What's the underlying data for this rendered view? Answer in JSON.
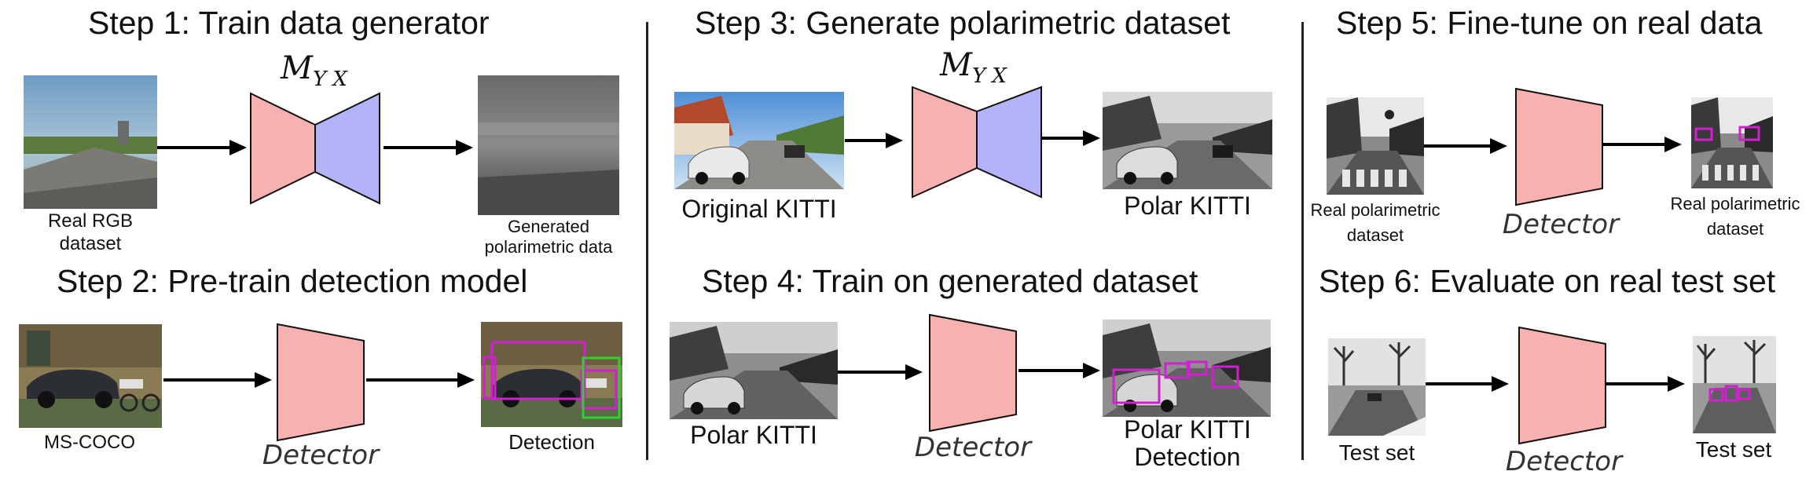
{
  "steps": {
    "s1": {
      "title": "Step 1: Train data generator",
      "input_caption_line1": "Real RGB",
      "input_caption_line2": "dataset",
      "model_label_base": "M",
      "model_label_sub": "Y X",
      "output_caption_line1": "Generated",
      "output_caption_line2": "polarimetric data"
    },
    "s2": {
      "title": "Step 2: Pre-train detection model",
      "input_caption": "MS-COCO",
      "model_label": "Detector",
      "output_caption": "Detection"
    },
    "s3": {
      "title": "Step 3: Generate polarimetric dataset",
      "input_caption": "Original KITTI",
      "model_label_base": "M",
      "model_label_sub": "Y X",
      "output_caption": "Polar KITTI"
    },
    "s4": {
      "title": "Step 4: Train on generated dataset",
      "input_caption": "Polar KITTI",
      "model_label": "Detector",
      "output_caption_line1": "Polar KITTI",
      "output_caption_line2": "Detection"
    },
    "s5": {
      "title": "Step 5: Fine-tune on real data",
      "input_caption_line1": "Real polarimetric",
      "input_caption_line2": "dataset",
      "model_label": "Detector",
      "output_caption_line1": "Real polarimetric",
      "output_caption_line2": "dataset"
    },
    "s6": {
      "title": "Step 6: Evaluate on real test set",
      "input_caption": "Test set",
      "model_label": "Detector",
      "output_caption": "Test set"
    }
  },
  "colors": {
    "encoder": "#f7b1b1",
    "decoder": "#b3b3f9",
    "detector": "#f7b1b1",
    "detection_box": "#d21fd2",
    "detection_box_alt": "#2fd12f",
    "arrow": "#000000"
  }
}
